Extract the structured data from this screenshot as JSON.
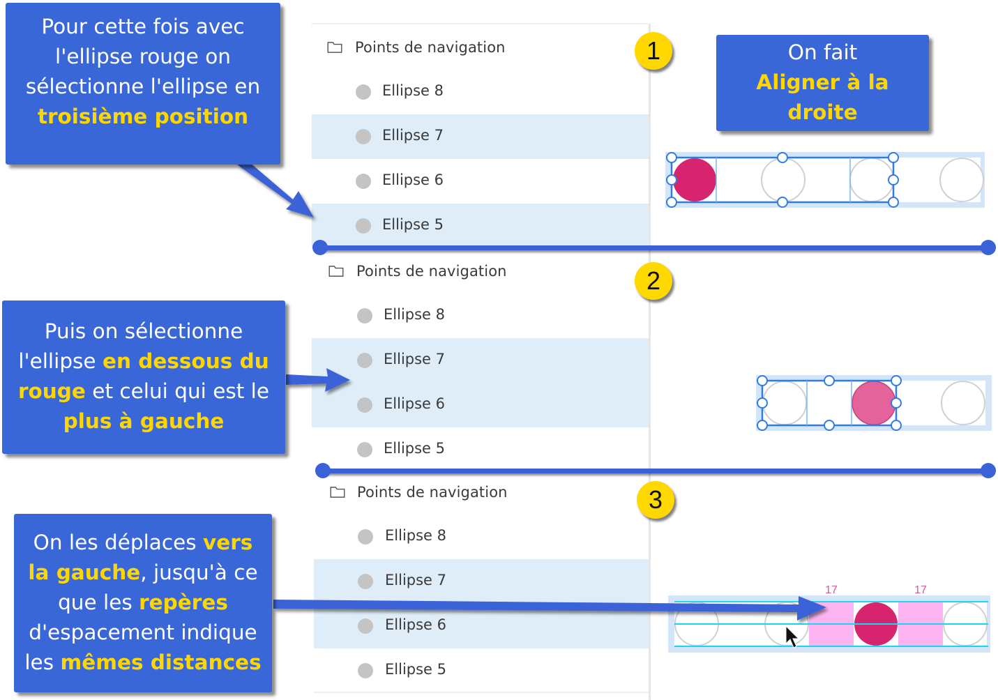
{
  "panels": [
    {
      "folder_label": "Points de navigation",
      "folder_icon": "folder-icon",
      "items": [
        {
          "label": "Ellipse 8",
          "selected": false
        },
        {
          "label": "Ellipse 7",
          "selected": true
        },
        {
          "label": "Ellipse 6",
          "selected": false
        },
        {
          "label": "Ellipse 5",
          "selected": true
        }
      ]
    },
    {
      "folder_label": "Points de navigation",
      "folder_icon": "folder-icon",
      "items": [
        {
          "label": "Ellipse 8",
          "selected": false
        },
        {
          "label": "Ellipse 7",
          "selected": true
        },
        {
          "label": "Ellipse 6",
          "selected": true
        },
        {
          "label": "Ellipse 5",
          "selected": false
        }
      ]
    },
    {
      "folder_label": "Points de navigation",
      "folder_icon": "folder-icon",
      "items": [
        {
          "label": "Ellipse 8",
          "selected": false
        },
        {
          "label": "Ellipse 7",
          "selected": true
        },
        {
          "label": "Ellipse 6",
          "selected": true
        },
        {
          "label": "Ellipse 5",
          "selected": false
        }
      ]
    }
  ],
  "steps": [
    {
      "number": "1"
    },
    {
      "number": "2"
    },
    {
      "number": "3"
    }
  ],
  "callouts": {
    "c1": {
      "line1": "Pour cette fois avec",
      "line2": "l'ellipse rouge on",
      "line3": "sélectionne l'ellipse en",
      "line4_hl": "troisième position"
    },
    "c2": {
      "line1": "On fait",
      "line2_hl": "Aligner à la",
      "line3_hl": "droite"
    },
    "c3": {
      "line1": "Puis on sélectionne",
      "line2_a": "l'ellipse ",
      "line2_hl": "en dessous du",
      "line3_hl": "rouge",
      "line3_b": " et celui qui est le",
      "line4_hl": "plus à gauche"
    },
    "c4": {
      "line1_a": "On les déplaces ",
      "line1_hl": "vers",
      "line2_hl": "la gauche",
      "line2_b": ", jusqu'à ce",
      "line3_a": "que les ",
      "line3_hl": "repères",
      "line4": "d'espacement indique",
      "line5_a": "les ",
      "line5_hl": "mêmes distances"
    }
  },
  "canvas3": {
    "spacing_left": "17",
    "spacing_right": "17"
  },
  "colors": {
    "callout_bg": "#3a67d8",
    "highlight": "#ffd700",
    "selection_blue": "#2f7de1",
    "ellipse_red": "#d6246e",
    "ellipse_pink": "#e4639a",
    "spacing_pink": "#fbb4ef",
    "guide_cyan": "#1bd6f0",
    "row_selected": "#deedf8"
  }
}
